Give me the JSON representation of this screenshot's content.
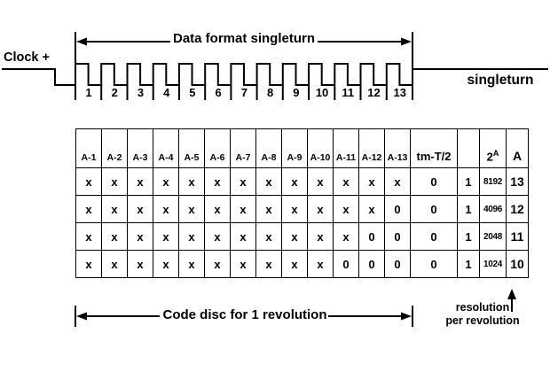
{
  "waveform": {
    "clock_label": "Clock +",
    "arrow_label": "Data format singleturn",
    "pulses": [
      "1",
      "2",
      "3",
      "4",
      "5",
      "6",
      "7",
      "8",
      "9",
      "10",
      "11",
      "12",
      "13"
    ],
    "right_label": "singleturn"
  },
  "table": {
    "bit_headers": [
      "A-1",
      "A-2",
      "A-3",
      "A-4",
      "A-5",
      "A-6",
      "A-7",
      "A-8",
      "A-9",
      "A-10",
      "A-11",
      "A-12",
      "A-13"
    ],
    "tm_header": "tm-T/2",
    "pow_header_base": "2",
    "pow_header_sup": "A",
    "a_header": "A",
    "rows": [
      {
        "bits": [
          "x",
          "x",
          "x",
          "x",
          "x",
          "x",
          "x",
          "x",
          "x",
          "x",
          "x",
          "x",
          "x"
        ],
        "tm": "0",
        "one": "1",
        "pow": "8192",
        "a": "13"
      },
      {
        "bits": [
          "x",
          "x",
          "x",
          "x",
          "x",
          "x",
          "x",
          "x",
          "x",
          "x",
          "x",
          "x",
          "0"
        ],
        "tm": "0",
        "one": "1",
        "pow": "4096",
        "a": "12"
      },
      {
        "bits": [
          "x",
          "x",
          "x",
          "x",
          "x",
          "x",
          "x",
          "x",
          "x",
          "x",
          "x",
          "0",
          "0"
        ],
        "tm": "0",
        "one": "1",
        "pow": "2048",
        "a": "11"
      },
      {
        "bits": [
          "x",
          "x",
          "x",
          "x",
          "x",
          "x",
          "x",
          "x",
          "x",
          "x",
          "0",
          "0",
          "0"
        ],
        "tm": "0",
        "one": "1",
        "pow": "1024",
        "a": "10"
      }
    ]
  },
  "footer": {
    "code_disc_label": "Code disc for 1 revolution",
    "resolution_line1": "resolution",
    "resolution_line2": "per revolution"
  },
  "colors": {
    "ink": "#000000",
    "background": "#ffffff"
  }
}
